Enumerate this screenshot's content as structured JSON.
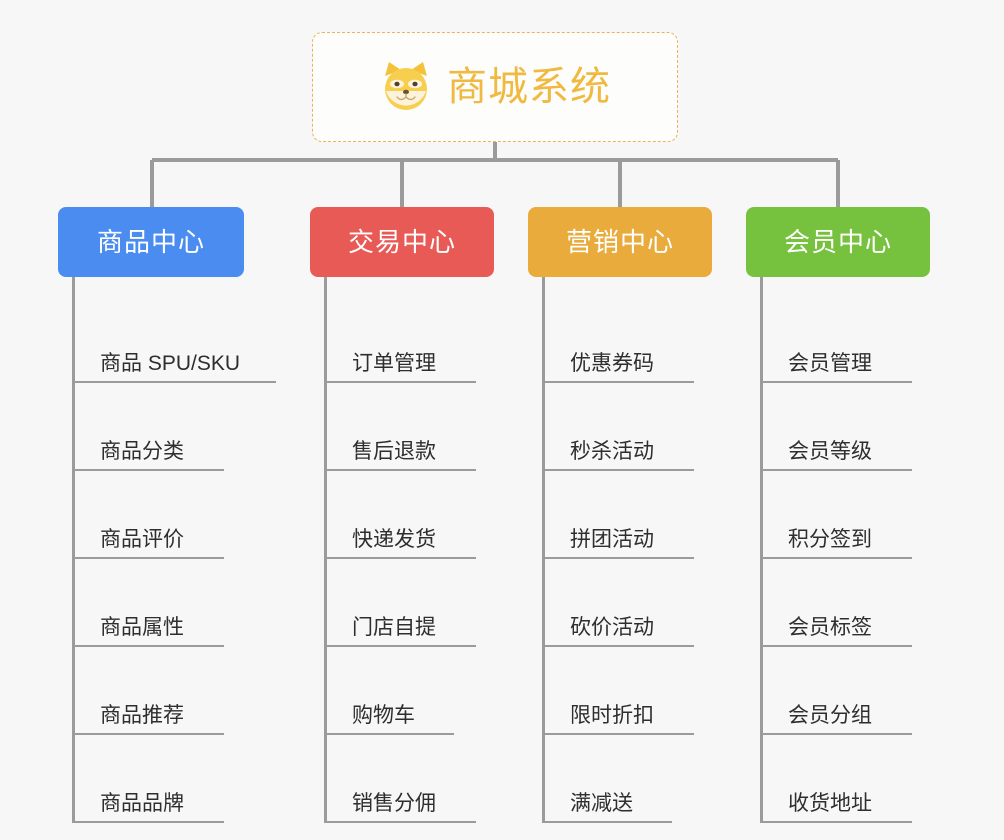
{
  "root": {
    "title": "商城系统",
    "icon": "shiba-inu-icon",
    "border_color": "#e8b457",
    "title_color": "#f0b93f",
    "background": "#fdfdfc"
  },
  "canvas": {
    "background": "#f7f7f7",
    "connector_color": "#9b9b9b"
  },
  "branches": [
    {
      "label": "商品中心",
      "color": "#4a8cf0",
      "items": [
        "商品 SPU/SKU",
        "商品分类",
        "商品评价",
        "商品属性",
        "商品推荐",
        "商品品牌"
      ]
    },
    {
      "label": "交易中心",
      "color": "#e85a56",
      "items": [
        "订单管理",
        "售后退款",
        "快递发货",
        "门店自提",
        "购物车",
        "销售分佣"
      ]
    },
    {
      "label": "营销中心",
      "color": "#e8ab3c",
      "items": [
        "优惠券码",
        "秒杀活动",
        "拼团活动",
        "砍价活动",
        "限时折扣",
        "满减送"
      ]
    },
    {
      "label": "会员中心",
      "color": "#76c13e",
      "items": [
        "会员管理",
        "会员等级",
        "积分签到",
        "会员标签",
        "会员分组",
        "收货地址"
      ]
    }
  ]
}
